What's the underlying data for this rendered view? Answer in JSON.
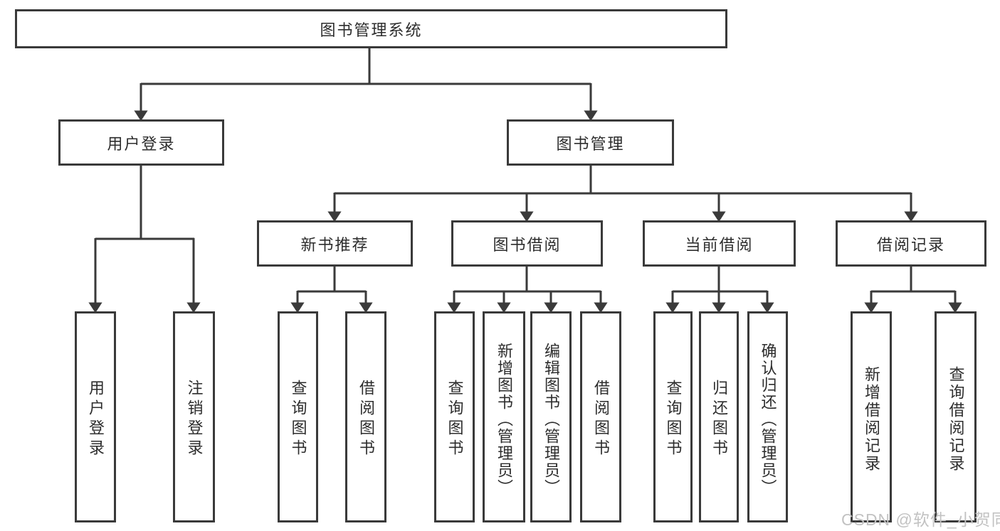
{
  "diagram_title": "图书管理系统",
  "tree": {
    "label": "图书管理系统",
    "children": [
      {
        "label": "用户登录",
        "children": [
          {
            "label": "用户登录"
          },
          {
            "label": "注销登录"
          }
        ]
      },
      {
        "label": "图书管理",
        "children": [
          {
            "label": "新书推荐",
            "children": [
              {
                "label": "查询图书"
              },
              {
                "label": "借阅图书"
              }
            ]
          },
          {
            "label": "图书借阅",
            "children": [
              {
                "label": "查询图书"
              },
              {
                "label": "新增图书（管理员）"
              },
              {
                "label": "编辑图书（管理员）"
              },
              {
                "label": "借阅图书"
              }
            ]
          },
          {
            "label": "当前借阅",
            "children": [
              {
                "label": "查询图书"
              },
              {
                "label": "归还图书"
              },
              {
                "label": "确认归还（管理员）"
              }
            ]
          },
          {
            "label": "借阅记录",
            "children": [
              {
                "label": "新增借阅记录"
              },
              {
                "label": "查询借阅记录"
              }
            ]
          }
        ]
      }
    ]
  },
  "watermark": {
    "text": "CSDN @软件_小贺同学"
  },
  "colors": {
    "line": "#3a3a3a",
    "box_border": "#3a3a3a",
    "text": "#2d2d2d",
    "background": "#ffffff",
    "watermark": "#c2c2c2"
  }
}
